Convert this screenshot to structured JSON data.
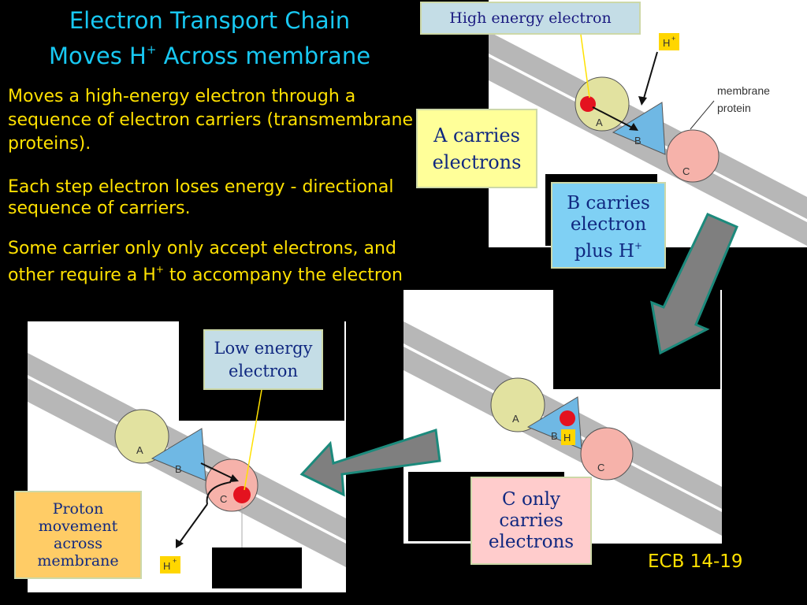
{
  "title": {
    "line1": "Electron Transport Chain",
    "line2_prefix": "Moves H",
    "line2_sup": "+",
    "line2_suffix": " Across membrane"
  },
  "paragraphs": {
    "p1": "Moves a high-energy electron through a sequence of electron carriers (transmembrane proteins).",
    "p2": "Each step electron loses energy - directional sequence of carriers.",
    "p3_prefix": "Some carrier only only accept electrons, and other require a H",
    "p3_sup": "+",
    "p3_suffix": " to accompany the electron"
  },
  "callouts": {
    "high_energy": "High energy electron",
    "a_carries": "A carries electrons",
    "b_carries_prefix": "B carries electron plus H",
    "b_carries_sup": "+",
    "c_only": "C only carries electrons",
    "low_energy": "Low energy electron",
    "proton_movement": "Proton movement across membrane"
  },
  "diagram_labels": {
    "carrier_a": "A",
    "carrier_b": "B",
    "carrier_c": "C",
    "proton": "H",
    "proton_sup": "+",
    "proton_on_b": "H",
    "membrane_protein_1": "membrane",
    "membrane_protein_2": "protein"
  },
  "reference": "ECB 14-19",
  "colors": {
    "title": "#18c8f2",
    "text": "#ffe100",
    "carrier_a": "#e2e2a0",
    "carrier_b": "#6fb8e4",
    "carrier_c": "#f6b2aa",
    "electron": "#e4121f",
    "proton_box": "#ffd600",
    "arrow_fill": "#7f7f7f",
    "arrow_stroke": "#1c8a7c",
    "callout_yellow": "#ffff99",
    "callout_blue": "#7fd0f4",
    "callout_pink": "#ffcccc",
    "callout_orange": "#ffcc66",
    "callout_gray_blue": "#c4dde6"
  }
}
